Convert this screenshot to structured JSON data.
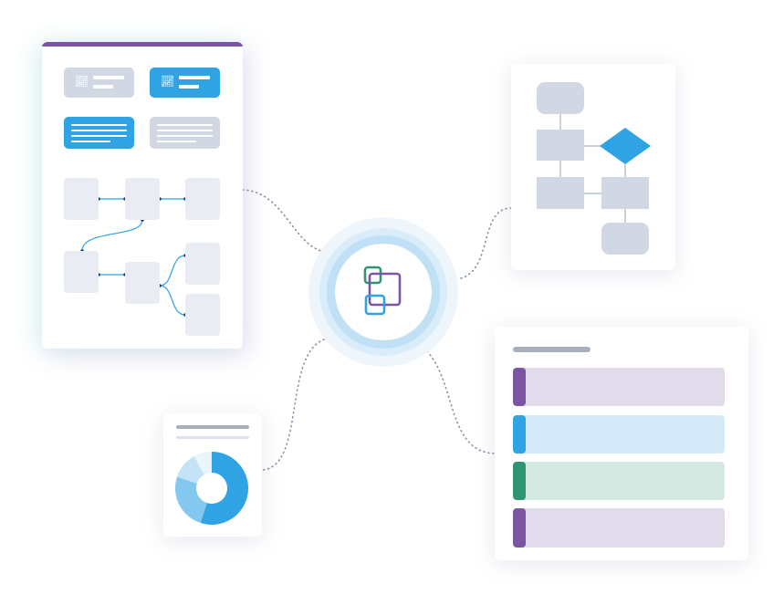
{
  "colors": {
    "purple": "#7b55a3",
    "blue": "#2fa3e3",
    "green": "#2e9474",
    "gray_tile": "#d1d8e4",
    "flow_box": "#e9ecf2",
    "row_purple": "#e1dbeb",
    "row_blue": "#d4eaf8",
    "row_green": "#d3e9e1",
    "ring": "#bfe0f5"
  },
  "icons": [
    "chart-icon",
    "logo-squares-icon"
  ],
  "donut": {
    "slices": [
      {
        "value": 55,
        "color": "#2fa3e3"
      },
      {
        "value": 25,
        "color": "#84c8ef"
      },
      {
        "value": 12,
        "color": "#c4e3f6"
      },
      {
        "value": 8,
        "color": "#eaf5fc"
      }
    ]
  }
}
